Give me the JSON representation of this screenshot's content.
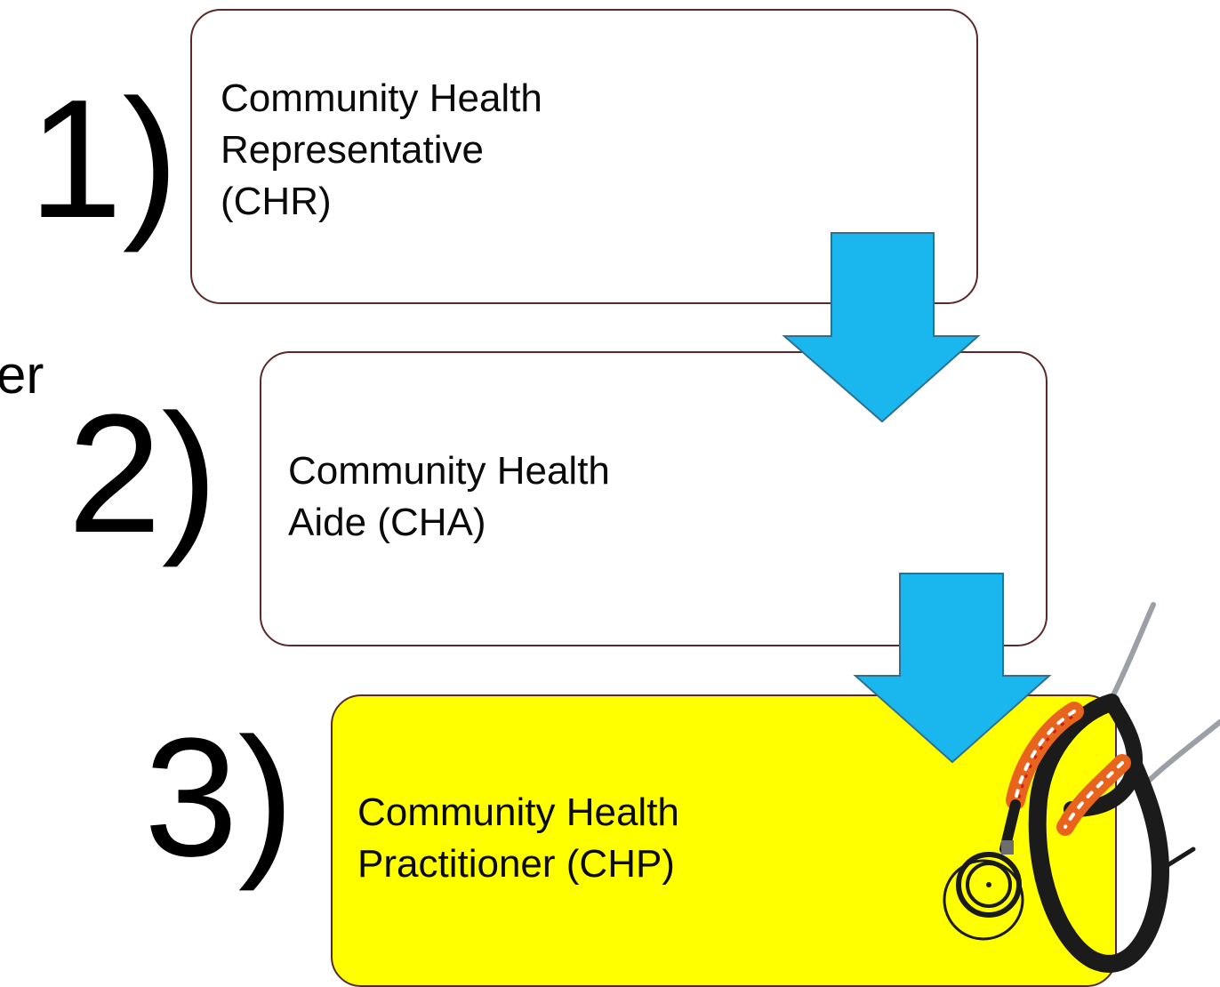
{
  "steps": [
    {
      "number": "1)",
      "label": "Community Health\nRepresentative\n(CHR)"
    },
    {
      "number": "2)",
      "label": "Community Health\nAide (CHA)"
    },
    {
      "number": "3)",
      "label": "Community Health\nPractitioner (CHP)"
    }
  ],
  "partial_text": "er",
  "colors": {
    "box_border": "#5a2a2a",
    "arrow_fill": "#1ab7ef",
    "arrow_stroke": "#2f6f8f",
    "highlight_fill": "#ffff00"
  },
  "icons": {
    "stethoscope": "stethoscope-icon"
  }
}
